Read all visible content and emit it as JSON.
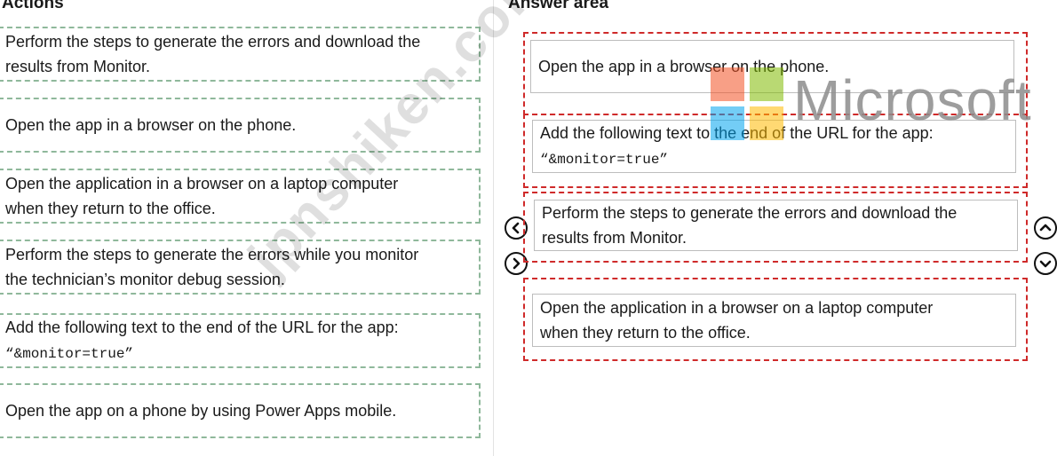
{
  "actions": {
    "heading": "Actions",
    "items": [
      {
        "line1": "Perform the steps to generate the errors and download the",
        "line2": "results from Monitor."
      },
      {
        "line1": "Open the app in a browser on the phone.",
        "line2": ""
      },
      {
        "line1": "Open the application in a browser on a laptop computer",
        "line2": "when they return to the office."
      },
      {
        "line1": "Perform the steps to generate the errors while you monitor",
        "line2": "the technician’s monitor debug session."
      },
      {
        "line1": "Add the following text to the end of the URL for the app:",
        "line2": "“&monitor=true”"
      },
      {
        "line1": "Open the app on a phone by using Power Apps mobile.",
        "line2": ""
      }
    ]
  },
  "answer": {
    "heading": "Answer area",
    "items": [
      {
        "line1": "Open the app in a browser on the phone.",
        "line2": ""
      },
      {
        "line1": "Add the following text to the end of the URL for the app:",
        "line2": "“&monitor=true”"
      },
      {
        "line1": "Perform the steps to generate the errors and download the",
        "line2": "results from Monitor."
      },
      {
        "line1": "Open the application in a browser on a laptop computer",
        "line2": "when they return to the office."
      }
    ]
  },
  "controls": {
    "move_left_icon": "chevron-left-circle",
    "move_right_icon": "chevron-right-circle",
    "move_up_icon": "chevron-up-circle",
    "move_down_icon": "chevron-down-circle"
  },
  "overlay": {
    "brand": "Microsoft",
    "watermark": "jpnshiken.com",
    "logo_colors": [
      "#f25022",
      "#7fba00",
      "#00a4ef",
      "#ffb900"
    ]
  },
  "colors": {
    "action_border": "#8fb89b",
    "answer_border": "#cf2a2a"
  }
}
